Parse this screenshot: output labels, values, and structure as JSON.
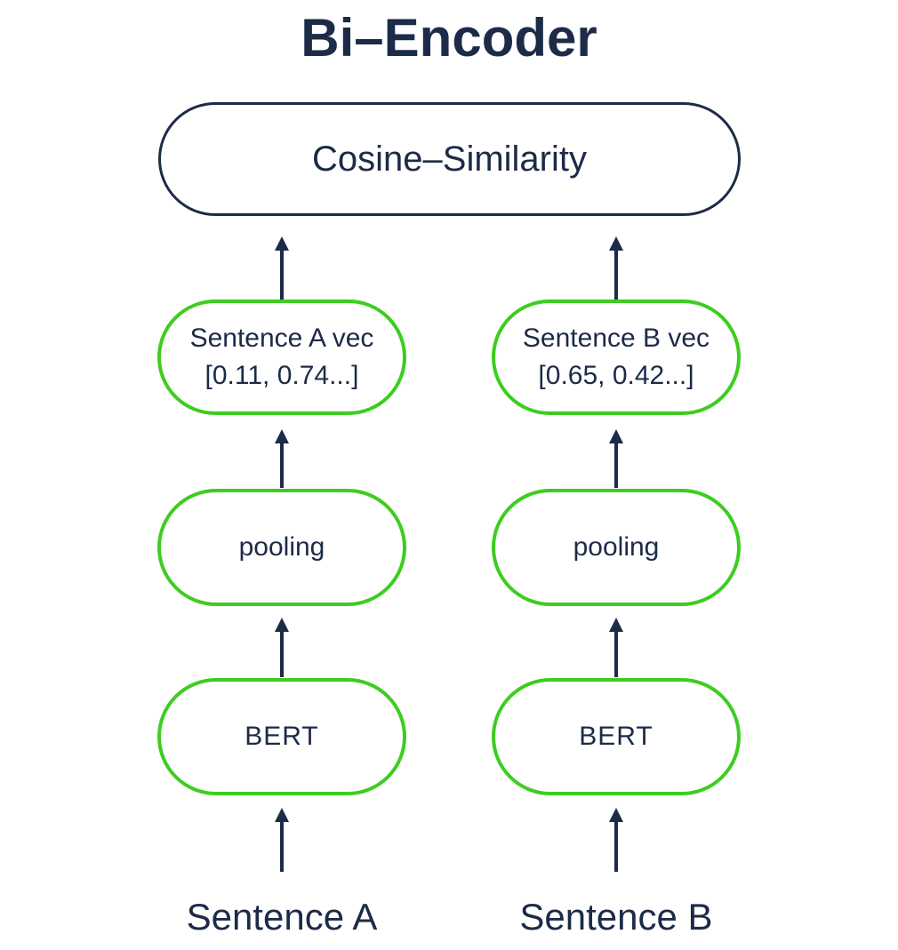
{
  "title": "Bi–Encoder",
  "colors": {
    "navy": "#1C2B47",
    "green": "#3DCD20",
    "background": "#FFFFFF"
  },
  "similarity_box": {
    "label": "Cosine–Similarity"
  },
  "columns": [
    {
      "id": "A",
      "vector_box": {
        "line1": "Sentence A vec",
        "line2": "[0.11, 0.74...]"
      },
      "pooling_box": {
        "label": "pooling"
      },
      "encoder_box": {
        "label": "BERT"
      },
      "input_label": "Sentence A"
    },
    {
      "id": "B",
      "vector_box": {
        "line1": "Sentence B vec",
        "line2": "[0.65, 0.42...]"
      },
      "pooling_box": {
        "label": "pooling"
      },
      "encoder_box": {
        "label": "BERT"
      },
      "input_label": "Sentence B"
    }
  ],
  "icons": {
    "arrow": "arrow-up-icon"
  }
}
